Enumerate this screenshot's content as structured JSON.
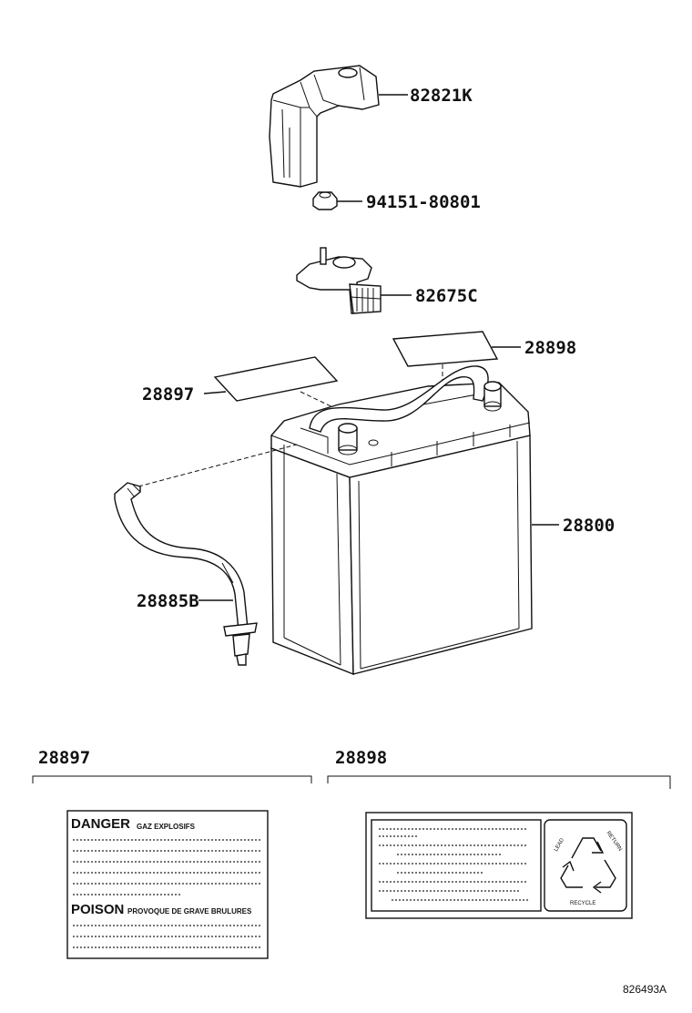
{
  "parts": {
    "p82821k": "82821K",
    "p9415180801": "94151-80801",
    "p82675c": "82675C",
    "p28898": "28898",
    "p28897": "28897",
    "p28800": "28800",
    "p28885b": "28885B"
  },
  "sections": {
    "left_title": "28897",
    "right_title": "28898"
  },
  "left_label": {
    "danger": "DANGER",
    "danger_sub": "GAZ EXPLOSIFS",
    "poison": "POISON",
    "poison_sub": "PROVOQUE DE GRAVE BRULURES"
  },
  "right_label": {
    "recycle_top_left": "LEAD",
    "recycle_top_right": "RETURN",
    "recycle_bottom": "RECYCLE"
  },
  "figure_id": "826493A"
}
